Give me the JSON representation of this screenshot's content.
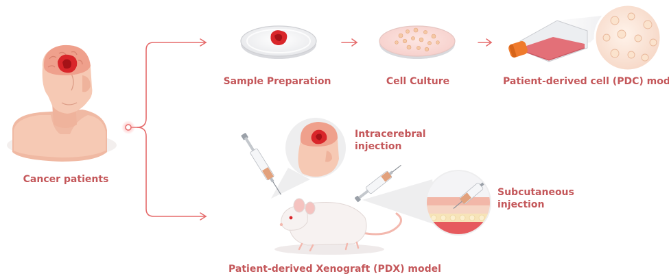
{
  "labels": {
    "cancer_patients": "Cancer patients",
    "sample_preparation": "Sample Preparation",
    "cell_culture": "Cell Culture",
    "pdc_model": "Patient-derived cell (PDC) model",
    "intracerebral_line1": "Intracerebral",
    "intracerebral_line2": "injection",
    "subcutaneous_line1": "Subcutaneous",
    "subcutaneous_line2": "injection",
    "pdx_model": "Patient-derived Xenograft (PDX) model"
  },
  "colors": {
    "label_text": "#c4575a",
    "connector": "#e56a6a",
    "skin": "#f6c9b4",
    "skin_shadow": "#e8a991",
    "brain": "#efa08c",
    "tumor": "#d9262a",
    "flask_body": "#e37078",
    "flask_cap": "#ef7a2c",
    "mouse": "#f7f2f1"
  },
  "icons": {
    "patient": "patient-bust-icon",
    "petri_sample": "petri-dish-tissue-icon",
    "petri_culture": "petri-dish-cells-icon",
    "flask": "culture-flask-icon",
    "mouse": "mouse-icon",
    "syringe": "syringe-icon"
  }
}
